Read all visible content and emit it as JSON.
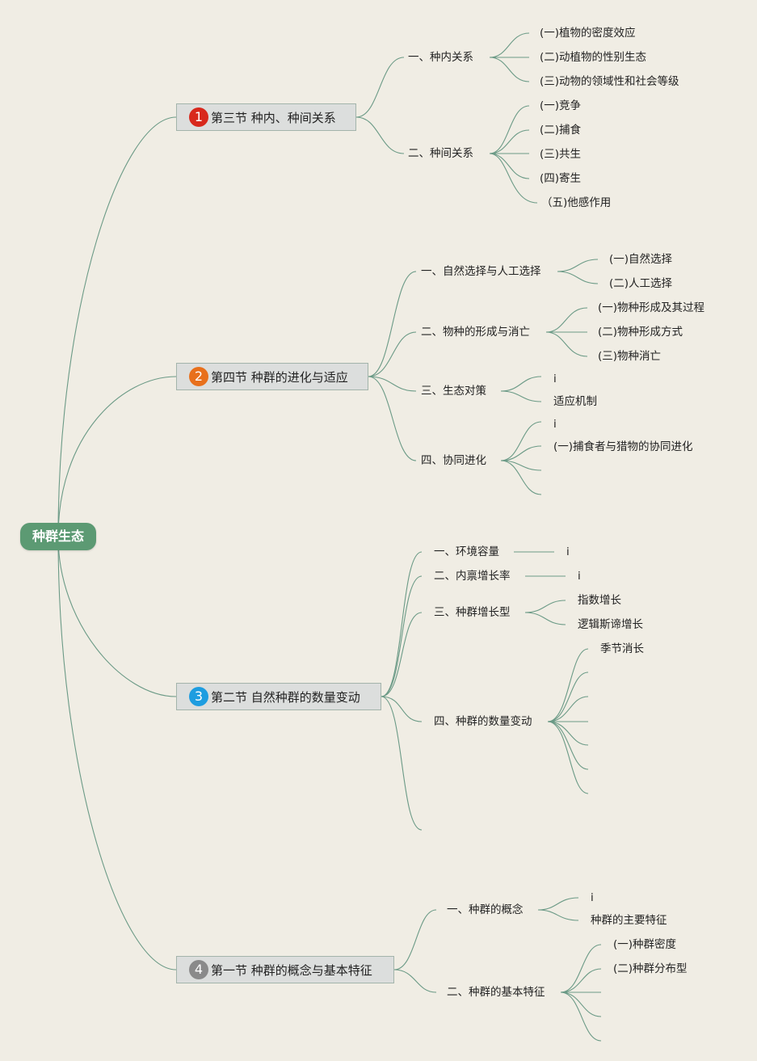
{
  "root": {
    "label": "种群生态",
    "color": "#5c9a73"
  },
  "sections": [
    {
      "number": "1",
      "badge_color": "#d8281c",
      "title": "第三节 种内、种间关系",
      "children": [
        {
          "label": "一、种内关系",
          "items": [
            "(一)植物的密度效应",
            "(二)动植物的性别生态",
            "(三)动物的领域性和社会等级"
          ]
        },
        {
          "label": "二、种间关系",
          "items": [
            "(一)竞争",
            "(二)捕食",
            "(三)共生",
            "(四)寄生",
            "（五)他感作用"
          ]
        }
      ]
    },
    {
      "number": "2",
      "badge_color": "#e8701c",
      "title": "第四节 种群的进化与适应",
      "children": [
        {
          "label": "一、自然选择与人工选择",
          "items": [
            "(一)自然选择",
            "(二)人工选择"
          ]
        },
        {
          "label": "二、物种的形成与消亡",
          "items": [
            "(一)物种形成及其过程",
            "(二)物种形成方式",
            "(三)物种消亡"
          ]
        },
        {
          "label": "三、生态对策",
          "items": [
            "i",
            "适应机制"
          ]
        },
        {
          "label": "四、协同进化",
          "items": [
            "i",
            "(一)捕食者与猎物的协同进化"
          ]
        }
      ]
    },
    {
      "number": "3",
      "badge_color": "#1e9de0",
      "title": "第二节 自然种群的数量变动",
      "children": [
        {
          "label": "一、环境容量",
          "items": [
            "i"
          ]
        },
        {
          "label": "二、内禀增长率",
          "items": [
            "i"
          ]
        },
        {
          "label": "三、种群增长型",
          "items": [
            "指数增长",
            "逻辑斯谛增长"
          ]
        },
        {
          "label": "四、种群的数量变动",
          "items": [
            "季节消长"
          ]
        }
      ]
    },
    {
      "number": "4",
      "badge_color": "#8a8a8a",
      "title": "第一节 种群的概念与基本特征",
      "children": [
        {
          "label": "一、种群的概念",
          "items": [
            "i",
            "种群的主要特征"
          ]
        },
        {
          "label": "二、种群的基本特征",
          "items": [
            "(一)种群密度",
            "(二)种群分布型"
          ]
        }
      ]
    }
  ]
}
